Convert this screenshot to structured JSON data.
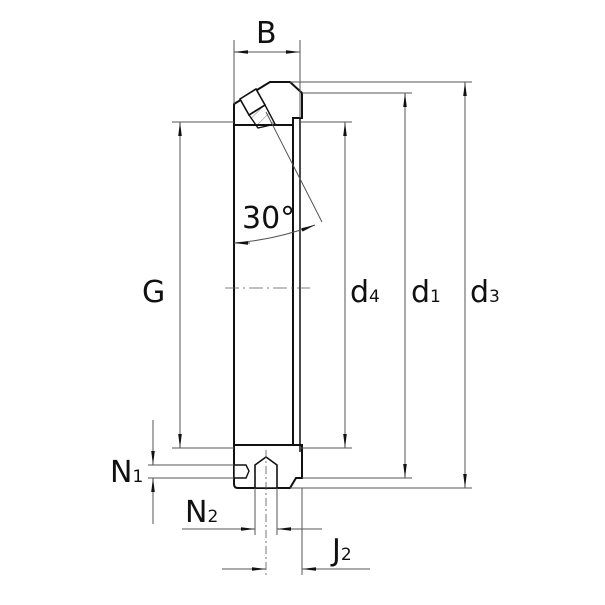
{
  "labels": {
    "B": "B",
    "G": "G",
    "d4_main": "d",
    "d4_sub": "4",
    "d1_main": "d",
    "d1_sub": "1",
    "d3_main": "d",
    "d3_sub": "3",
    "N1_main": "N",
    "N1_sub": "1",
    "N2_main": "N",
    "N2_sub": "2",
    "J2_main": "J",
    "J2_sub": "2",
    "angle": "30°"
  }
}
